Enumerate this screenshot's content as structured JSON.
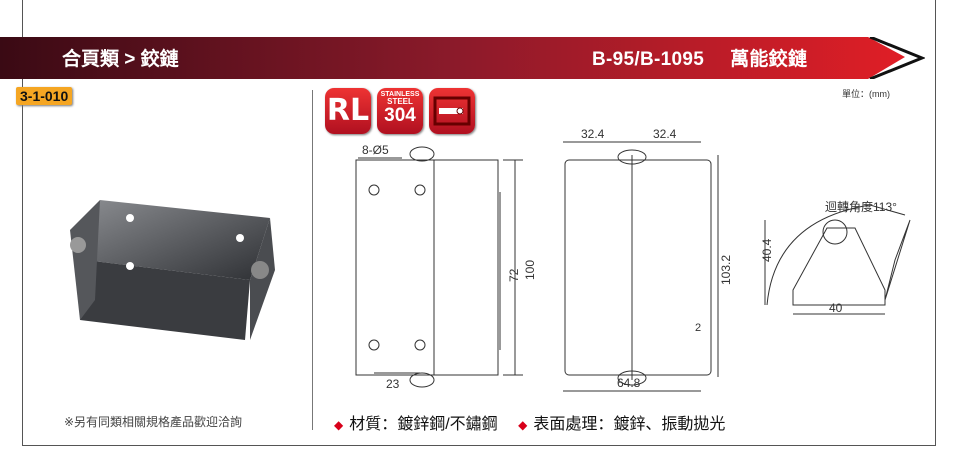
{
  "header": {
    "category": "合頁類 > 鉸鏈",
    "model": "B-95/B-1095",
    "product_name": "萬能鉸鏈",
    "brand_color": "#8b1a2a"
  },
  "code": "3-1-010",
  "unit": "單位：(mm)",
  "badges": {
    "rl": "RL",
    "stainless_top": "STAINLESS",
    "stainless_mid": "STEEL",
    "stainless_grade": "304"
  },
  "dims": {
    "holes": "8-Ø5",
    "w23": "23",
    "h72": "72",
    "h100": "100",
    "w_left": "32.4",
    "w_right": "32.4",
    "h103": "103.2",
    "gap2": "2",
    "w648": "64.8",
    "angle": "迴轉角度113°",
    "h404": "40.4",
    "w40": "40"
  },
  "note": "※另有同類相關規格產品歡迎洽詢",
  "specs": {
    "material": "材質：鍍鋅鋼/不鏽鋼",
    "finish": "表面處理：鍍鋅、振動拋光"
  }
}
